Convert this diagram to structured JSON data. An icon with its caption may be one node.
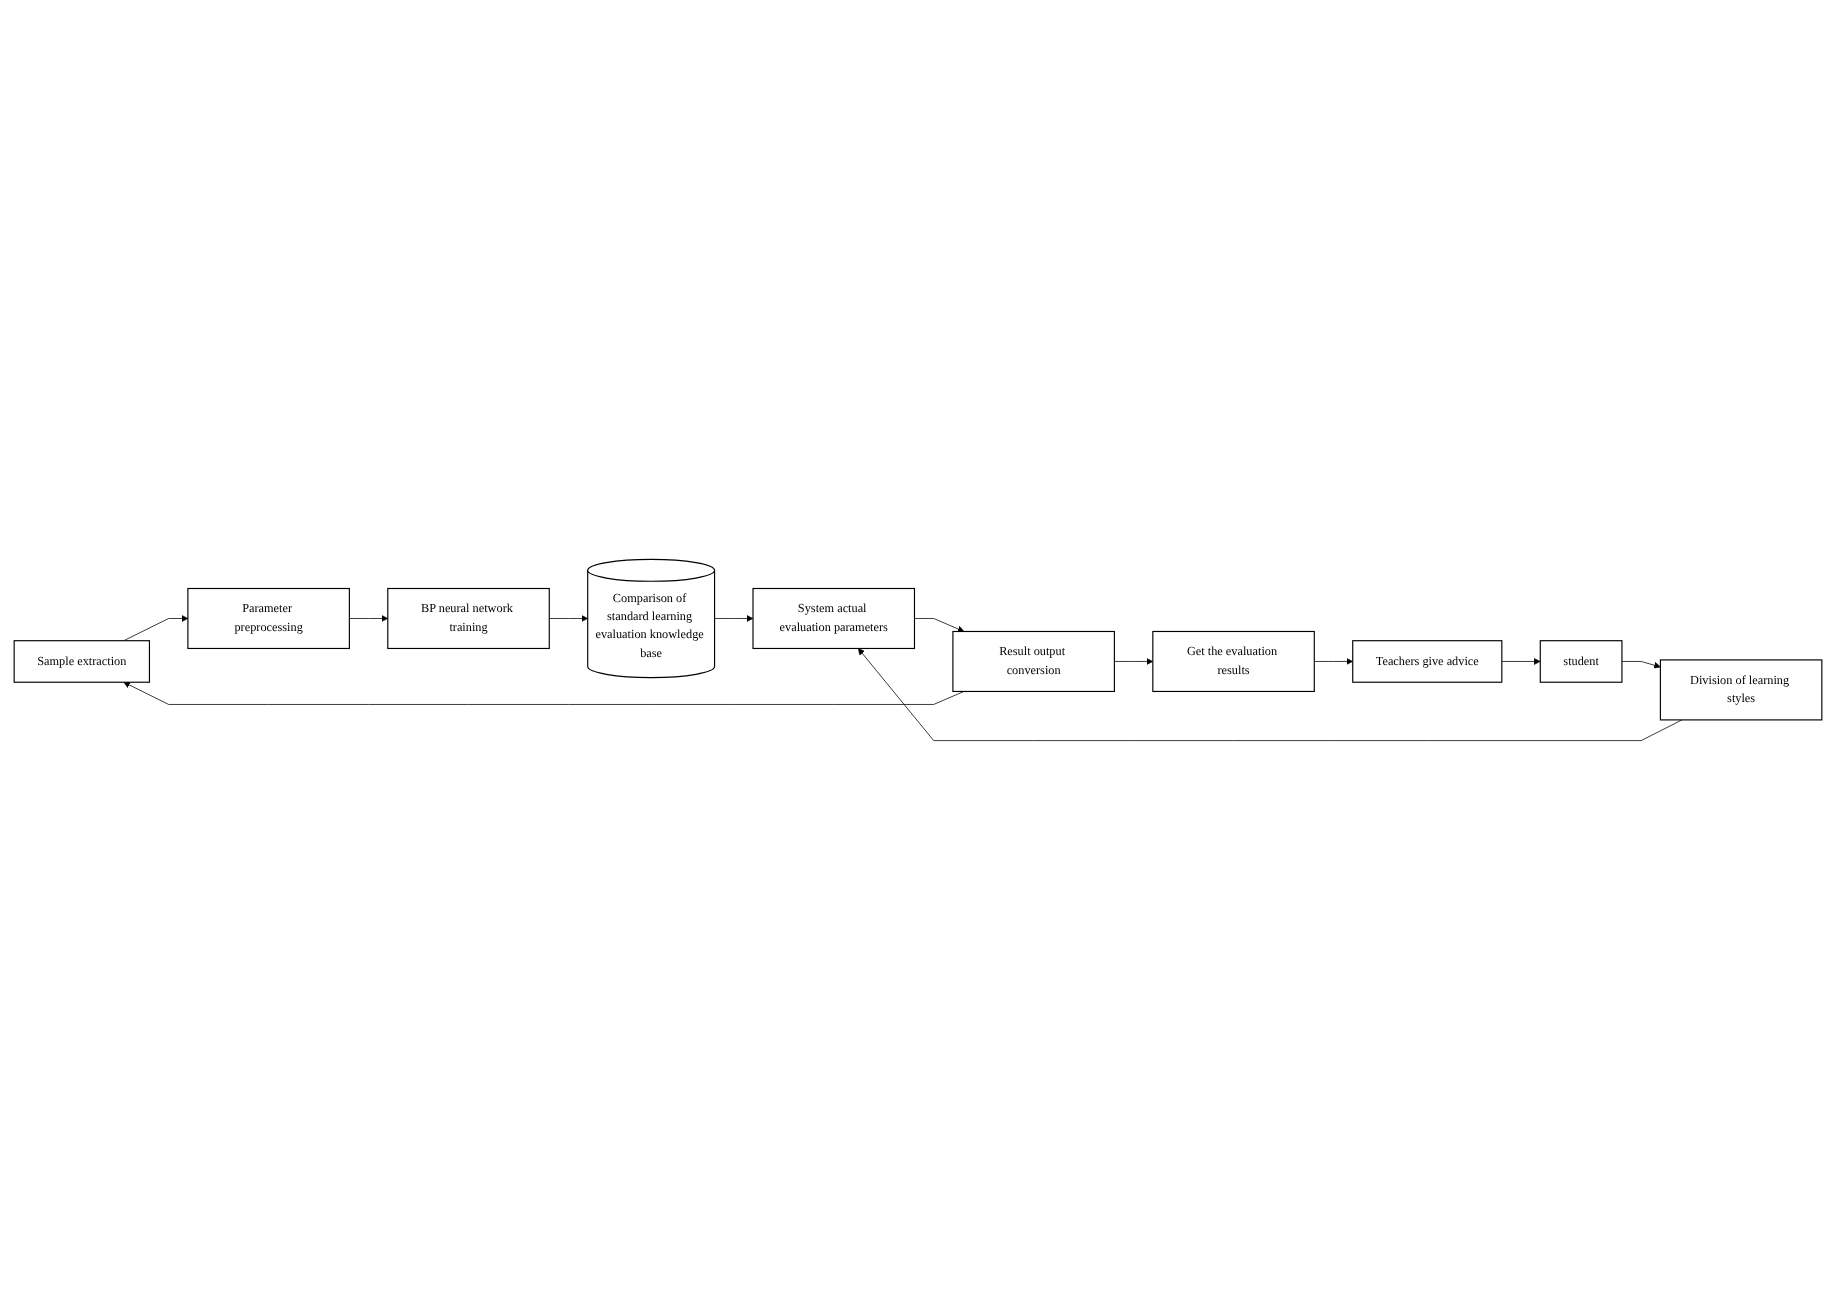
{
  "diagram": {
    "nodes": [
      {
        "text": [
          "Sample extraction"
        ]
      },
      {
        "text": [
          "Parameter preprocessing"
        ]
      },
      {
        "text": [
          "BP neural network training"
        ]
      },
      {
        "text": [
          "Comparison of standard learning evaluation knowledge base"
        ]
      },
      {
        "text": [
          "student"
        ]
      },
      {
        "text": [
          "Division of learning styles"
        ]
      },
      {
        "text": [
          "System actual evaluation parameters"
        ]
      },
      {
        "text": [
          "Result output conversion"
        ]
      },
      {
        "text": [
          "Get the evaluation results"
        ]
      },
      {
        "text": [
          "Teachers give advice"
        ]
      }
    ],
    "edges": [
      {
        "from": 0,
        "to": 1,
        "arrow": "to"
      },
      {
        "from": 1,
        "to": 2,
        "arrow": "to"
      },
      {
        "from": 2,
        "to": 3,
        "arrow": "to"
      },
      {
        "from": 3,
        "to": 6,
        "arrow": "to"
      },
      {
        "from": 4,
        "to": 5,
        "arrow": "to"
      },
      {
        "from": 5,
        "to": 6,
        "arrow": "to"
      },
      {
        "from": 6,
        "to": 7,
        "arrow": "to"
      },
      {
        "from": 7,
        "to": 0,
        "arrow": "to"
      },
      {
        "from": 7,
        "to": 8,
        "arrow": "to"
      },
      {
        "from": 8,
        "to": 9,
        "arrow": "to"
      },
      {
        "from": 9,
        "to": 4,
        "arrow": "to"
      }
    ]
  }
}
